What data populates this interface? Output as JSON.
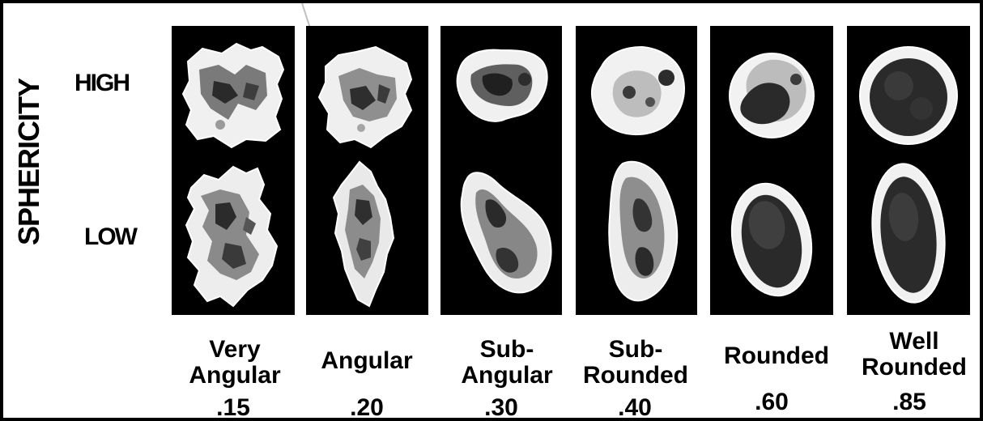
{
  "diagram": {
    "axis_label": "SPHERICITY",
    "rows": [
      {
        "label": "HIGH"
      },
      {
        "label": "LOW"
      }
    ],
    "columns": [
      {
        "caption_lines": [
          "Very",
          "Angular"
        ],
        "value": ".15"
      },
      {
        "caption_lines": [
          "Angular"
        ],
        "value": ".20"
      },
      {
        "caption_lines": [
          "Sub-",
          "Angular"
        ],
        "value": ".30"
      },
      {
        "caption_lines": [
          "Sub-",
          "Rounded"
        ],
        "value": ".40"
      },
      {
        "caption_lines": [
          "Rounded"
        ],
        "value": ".60"
      },
      {
        "caption_lines": [
          "Well",
          "Rounded"
        ],
        "value": ".85"
      }
    ]
  },
  "colors": {
    "panel": "#000000",
    "grain_light": "#f2f2f2",
    "grain_mid": "#bdbdbd",
    "grain_dark": "#3a3a3a",
    "text": "#000000"
  }
}
